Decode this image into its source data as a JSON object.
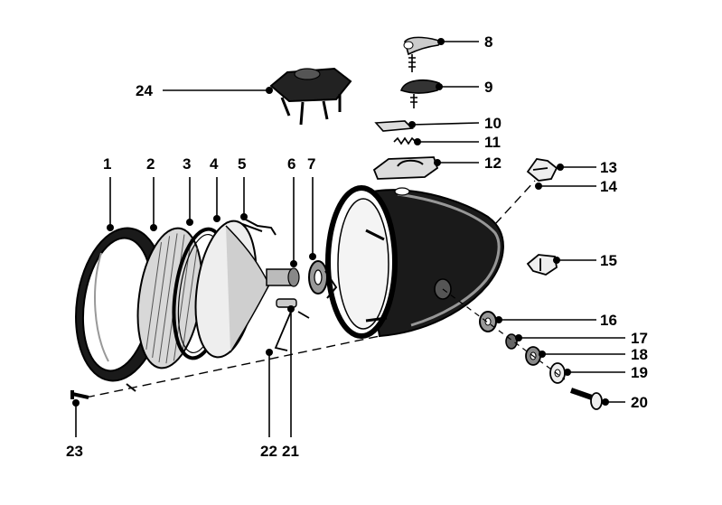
{
  "diagram": {
    "callouts": [
      {
        "id": "1",
        "text": "1"
      },
      {
        "id": "2",
        "text": "2"
      },
      {
        "id": "3",
        "text": "3"
      },
      {
        "id": "4",
        "text": "4"
      },
      {
        "id": "5",
        "text": "5"
      },
      {
        "id": "6",
        "text": "6"
      },
      {
        "id": "7",
        "text": "7"
      },
      {
        "id": "8",
        "text": "8"
      },
      {
        "id": "9",
        "text": "9"
      },
      {
        "id": "10",
        "text": "10"
      },
      {
        "id": "11",
        "text": "11"
      },
      {
        "id": "12",
        "text": "12"
      },
      {
        "id": "13",
        "text": "13"
      },
      {
        "id": "14",
        "text": "14"
      },
      {
        "id": "15",
        "text": "15"
      },
      {
        "id": "16",
        "text": "16"
      },
      {
        "id": "17",
        "text": "17"
      },
      {
        "id": "18",
        "text": "18"
      },
      {
        "id": "19",
        "text": "19"
      },
      {
        "id": "20",
        "text": "20"
      },
      {
        "id": "21",
        "text": "21"
      },
      {
        "id": "22",
        "text": "22"
      },
      {
        "id": "23",
        "text": "23"
      },
      {
        "id": "24",
        "text": "24"
      }
    ]
  }
}
